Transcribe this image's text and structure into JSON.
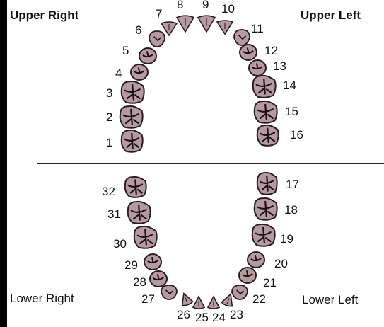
{
  "quadrants": {
    "upper_right": "Upper Right",
    "upper_left": "Upper Left",
    "lower_right": "Lower Right",
    "lower_left": "Lower Left"
  },
  "colors": {
    "enamel": "#b59aa1",
    "outline": "#2a1d22",
    "groove": "#1c1216"
  },
  "teeth": [
    {
      "n": "1",
      "type": "molar"
    },
    {
      "n": "2",
      "type": "molar"
    },
    {
      "n": "3",
      "type": "molar"
    },
    {
      "n": "4",
      "type": "premolar"
    },
    {
      "n": "5",
      "type": "premolar"
    },
    {
      "n": "6",
      "type": "canine"
    },
    {
      "n": "7",
      "type": "incisor"
    },
    {
      "n": "8",
      "type": "incisor"
    },
    {
      "n": "9",
      "type": "incisor"
    },
    {
      "n": "10",
      "type": "incisor"
    },
    {
      "n": "11",
      "type": "canine"
    },
    {
      "n": "12",
      "type": "premolar"
    },
    {
      "n": "13",
      "type": "premolar"
    },
    {
      "n": "14",
      "type": "molar"
    },
    {
      "n": "15",
      "type": "molar"
    },
    {
      "n": "16",
      "type": "molar"
    },
    {
      "n": "17",
      "type": "molar"
    },
    {
      "n": "18",
      "type": "molar"
    },
    {
      "n": "19",
      "type": "molar"
    },
    {
      "n": "20",
      "type": "premolar"
    },
    {
      "n": "21",
      "type": "premolar"
    },
    {
      "n": "22",
      "type": "canine"
    },
    {
      "n": "23",
      "type": "incisor"
    },
    {
      "n": "24",
      "type": "incisor"
    },
    {
      "n": "25",
      "type": "incisor"
    },
    {
      "n": "26",
      "type": "incisor"
    },
    {
      "n": "27",
      "type": "canine"
    },
    {
      "n": "28",
      "type": "premolar"
    },
    {
      "n": "29",
      "type": "premolar"
    },
    {
      "n": "30",
      "type": "molar"
    },
    {
      "n": "31",
      "type": "molar"
    },
    {
      "n": "32",
      "type": "molar"
    }
  ]
}
